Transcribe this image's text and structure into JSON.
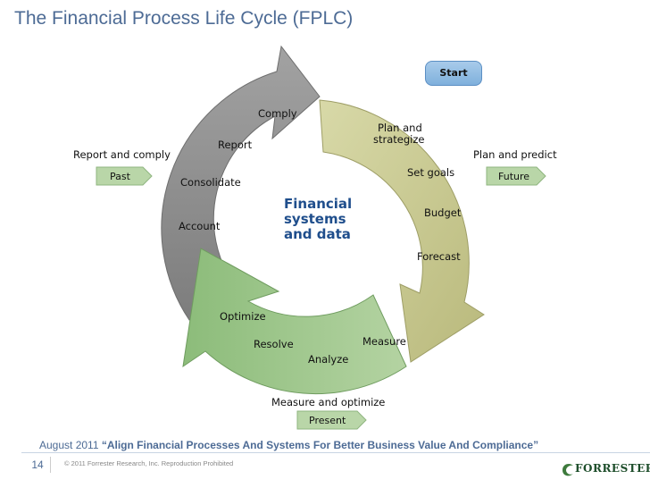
{
  "title": "The Financial Process Life Cycle (FPLC)",
  "start_button": "Start",
  "center_text": [
    "Financial",
    "systems",
    "and data"
  ],
  "gray_arrow_labels": [
    "Comply",
    "Report",
    "Consolidate",
    "Account"
  ],
  "tan_arrow_labels": [
    "Plan and",
    "strategize",
    "Set goals",
    "Budget",
    "Forecast"
  ],
  "green_arrow_labels": [
    "Optimize",
    "Resolve",
    "Measure",
    "Analyze"
  ],
  "side_tags": {
    "past_heading": "Report and comply",
    "past": "Past",
    "future_heading": "Plan and predict",
    "future": "Future",
    "present_heading": "Measure and optimize",
    "present": "Present"
  },
  "citation": {
    "date": "August 2011 ",
    "quote": "“Align Financial Processes And Systems For Better Business Value And Compliance”"
  },
  "footer": {
    "page_number": "14",
    "copyright": "© 2011 Forrester Research, Inc. Reproduction Prohibited",
    "logo": "FORRESTER"
  },
  "colors": {
    "title": "#4d6b95",
    "gray_arrow": "#8d8d8d",
    "tan_arrow": "#c9c98e",
    "green_arrow": "#9cc48b",
    "tag_fill": "#b9d6a8",
    "center_text": "#1f4e8c"
  }
}
